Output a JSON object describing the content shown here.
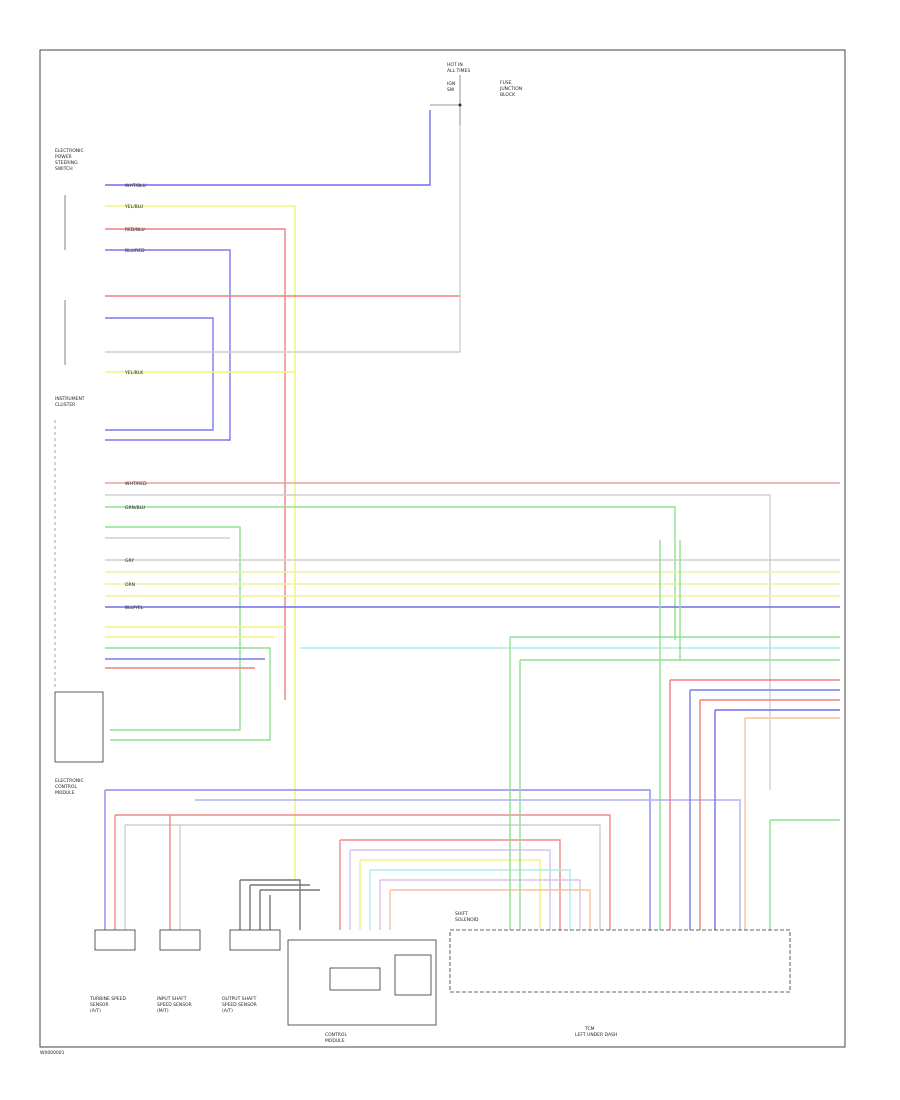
{
  "footer": {
    "code": "W0000001"
  },
  "components": {
    "ignition": {
      "lines": [
        "HOT IN",
        "ALL TIMES",
        "IGN",
        "SW"
      ]
    },
    "fuse": {
      "lines": [
        "FUSE",
        "JUNCTION",
        "BLOCK"
      ]
    },
    "eps_switch": {
      "lines": [
        "ELECTRONIC",
        "POWER",
        "STEERING",
        "SWITCH"
      ]
    },
    "cluster": {
      "lines": [
        "INSTRUMENT",
        "CLUSTER"
      ]
    },
    "pcm_lower": {
      "lines": [
        "ELECTRONIC",
        "CONTROL",
        "MODULE"
      ]
    },
    "speed_sensors": [
      {
        "lines": [
          "TURBINE SPEED",
          "SENSOR",
          "(A/T)"
        ]
      },
      {
        "lines": [
          "INPUT SHAFT",
          "SPEED SENSOR",
          "(M/T)"
        ]
      },
      {
        "lines": [
          "OUTPUT SHAFT",
          "SPEED SENSOR",
          "(A/T)"
        ]
      }
    ],
    "control_module": {
      "lines": [
        "CONTROL",
        "MODULE"
      ]
    },
    "tcm": {
      "lines": [
        "TCM",
        "LEFT UNDER DASH"
      ]
    },
    "solenoid": {
      "lines": [
        "SHIFT",
        "SOLENOID"
      ]
    }
  },
  "wire_labels": [
    "WHT/BLU",
    "YEL/BLU",
    "RED/BLU",
    "BLU/RED",
    "YEL/BLK",
    "WHT/RED",
    "GRN/BLU",
    "GRY",
    "ORN",
    "BLU/YEL"
  ]
}
